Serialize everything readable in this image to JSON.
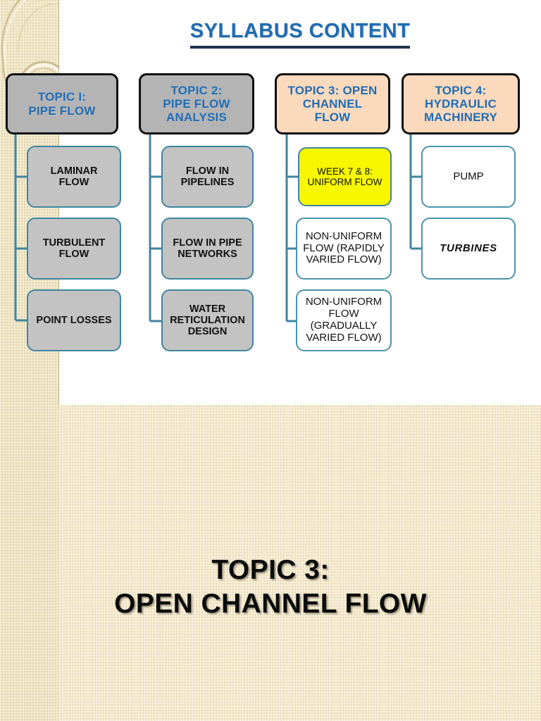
{
  "slide": {
    "title": "SYLLABUS CONTENT",
    "bottom_headline": "TOPIC 3:\nOPEN CHANNEL FLOW",
    "accent_blue": "#1f6cb4",
    "underline_navy": "#20344e",
    "connector_teal": "#3f85a0",
    "background_cream": "#f1e3bd",
    "highlight_yellow": "#f7f700",
    "topic_gray": "#b4b4b4",
    "topic_peach": "#fbd9bc",
    "child_gray": "#c3c3c3"
  },
  "diagram": {
    "columns": [
      {
        "topic_label": "TOPIC I:\nPIPE FLOW",
        "topic_style": "gray",
        "children": [
          {
            "label": "LAMINAR\nFLOW",
            "style": "gray"
          },
          {
            "label": "TURBULENT\nFLOW",
            "style": "gray"
          },
          {
            "label": "POINT LOSSES",
            "style": "gray"
          }
        ]
      },
      {
        "topic_label": "TOPIC 2:\nPIPE FLOW\nANALYSIS",
        "topic_style": "gray",
        "children": [
          {
            "label": "FLOW IN\nPIPELINES",
            "style": "gray"
          },
          {
            "label": "FLOW IN PIPE\nNETWORKS",
            "style": "gray"
          },
          {
            "label": "WATER\nRETICULATION\nDESIGN",
            "style": "gray"
          }
        ]
      },
      {
        "topic_label": "TOPIC 3: OPEN\nCHANNEL\nFLOW",
        "topic_style": "peach",
        "children": [
          {
            "label": "WEEK 7 & 8:\nUNIFORM FLOW",
            "style": "yellow"
          },
          {
            "label": "NON-UNIFORM\nFLOW (RAPIDLY\nVARIED FLOW)",
            "style": "white"
          },
          {
            "label": "NON-UNIFORM\nFLOW\n(GRADUALLY\nVARIED FLOW)",
            "style": "white"
          }
        ]
      },
      {
        "topic_label": "TOPIC 4:\nHYDRAULIC\nMACHINERY",
        "topic_style": "peach",
        "children": [
          {
            "label": "PUMP",
            "style": "white"
          },
          {
            "label": "TURBINES",
            "style": "white-italic"
          }
        ]
      }
    ]
  }
}
